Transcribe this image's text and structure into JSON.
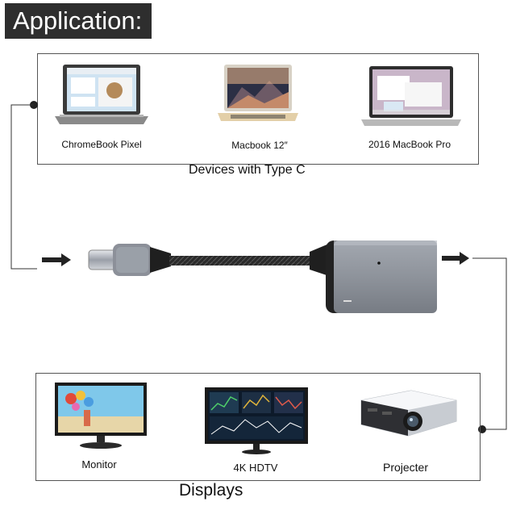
{
  "header": {
    "title": "Application:"
  },
  "devices_section": {
    "caption": "Devices with Type C",
    "items": [
      {
        "label": "ChromeBook Pixel"
      },
      {
        "label": "Macbook 12″"
      },
      {
        "label": "2016 MacBook Pro"
      }
    ]
  },
  "displays_section": {
    "caption": "Displays",
    "items": [
      {
        "label": "Monitor"
      },
      {
        "label": "4K HDTV"
      },
      {
        "label": "Projecter"
      }
    ]
  }
}
